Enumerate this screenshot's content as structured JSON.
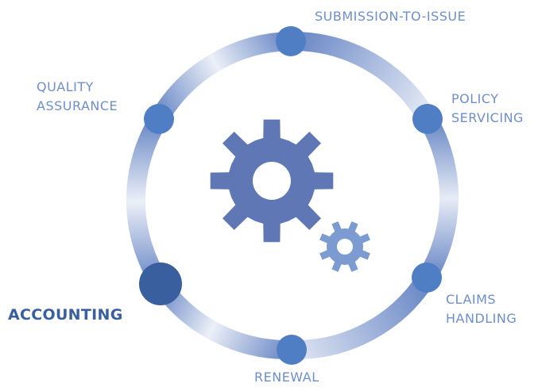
{
  "diagram": {
    "labels": {
      "submission": "SUBMISSION-TO-ISSUE",
      "quality_line1": "QUALITY",
      "quality_line2": "ASSURANCE",
      "policy_line1": "POLICY",
      "policy_line2": "SERVICING",
      "accounting": "ACCOUNTING",
      "claims_line1": "CLAIMS",
      "claims_line2": "HANDLING",
      "renewal": "RENEWAL"
    },
    "active_stage": "accounting",
    "icons": [
      "large-gear-icon",
      "small-gear-icon"
    ],
    "colors": {
      "ring": "#5f7fc1",
      "node": "#4f7ec5",
      "active_node": "#3a5f9f",
      "gear_large": "#5f78b5",
      "gear_small": "#7c9bd0",
      "label": "#6e8fc9",
      "active_label": "#3a5f9f"
    }
  }
}
